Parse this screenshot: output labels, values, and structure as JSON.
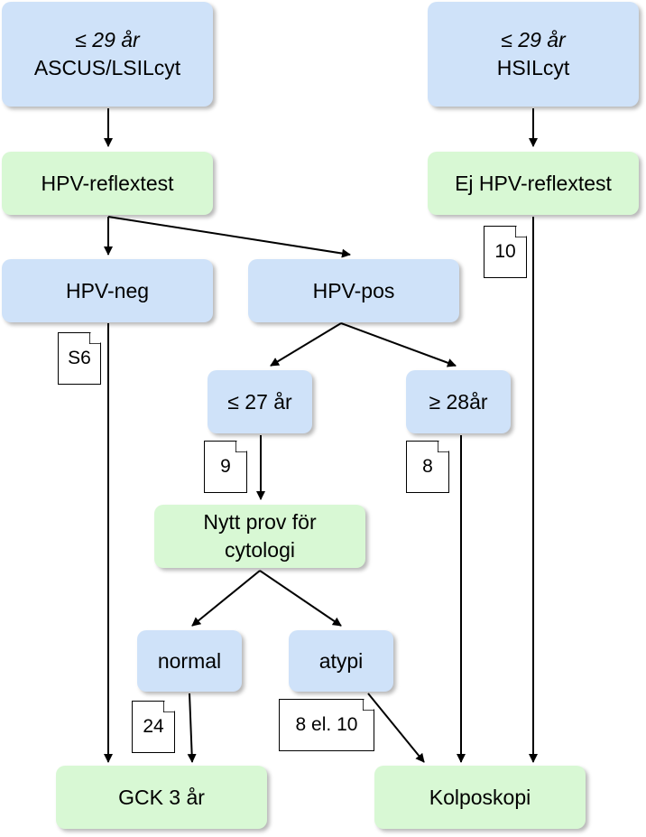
{
  "nodes": {
    "ascus": {
      "line1": "≤ 29 år",
      "line2": "ASCUS/LSILcyt"
    },
    "hsil": {
      "line1": "≤ 29 år",
      "line2": "HSILcyt"
    },
    "hpv_reflex": "HPV-reflextest",
    "ej_hpv_reflex": "Ej HPV-reflextest",
    "hpv_neg": "HPV-neg",
    "hpv_pos": "HPV-pos",
    "le27": "≤ 27 år",
    "ge28": "≥ 28år",
    "nytt_prov": {
      "line1": "Nytt prov för",
      "line2": "cytologi"
    },
    "normal": "normal",
    "atypi": "atypi",
    "gck": "GCK 3 år",
    "kolposkopi": "Kolposkopi"
  },
  "notes": {
    "n10": "10",
    "s6": "S6",
    "n9": "9",
    "n8": "8",
    "n24": "24",
    "n8el10": "8 el. 10"
  },
  "colors": {
    "blue_fill": "#cfe2f9",
    "green_fill": "#d8f8d4",
    "edge": "#000000"
  }
}
